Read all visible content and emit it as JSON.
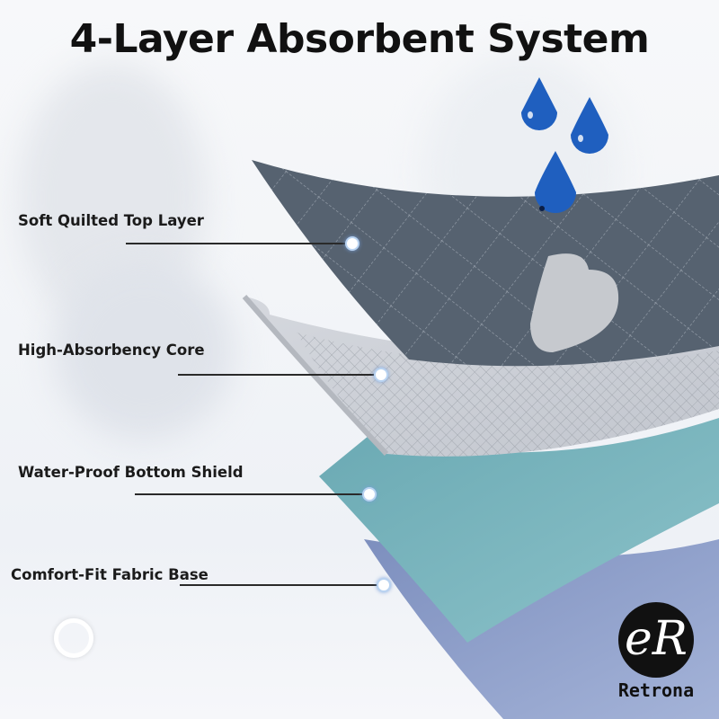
{
  "title": "4-Layer Absorbent System",
  "layers": [
    {
      "label": "Soft Quilted Top Layer",
      "color": "#566270"
    },
    {
      "label": "High-Absorbency Core",
      "color": "#c9ccd3"
    },
    {
      "label": "Water-Proof Bottom Shield",
      "color": "#78b3bd"
    },
    {
      "label": "Comfort-Fit Fabric Base",
      "color": "#8d9dc7"
    }
  ],
  "droplet_color": "#1f5fbf",
  "icons": [
    "water-drop-icon",
    "heart-shape-icon",
    "ring-icon",
    "brand-logo-icon"
  ],
  "brand": {
    "name": "Retrona",
    "mark": "eR"
  }
}
